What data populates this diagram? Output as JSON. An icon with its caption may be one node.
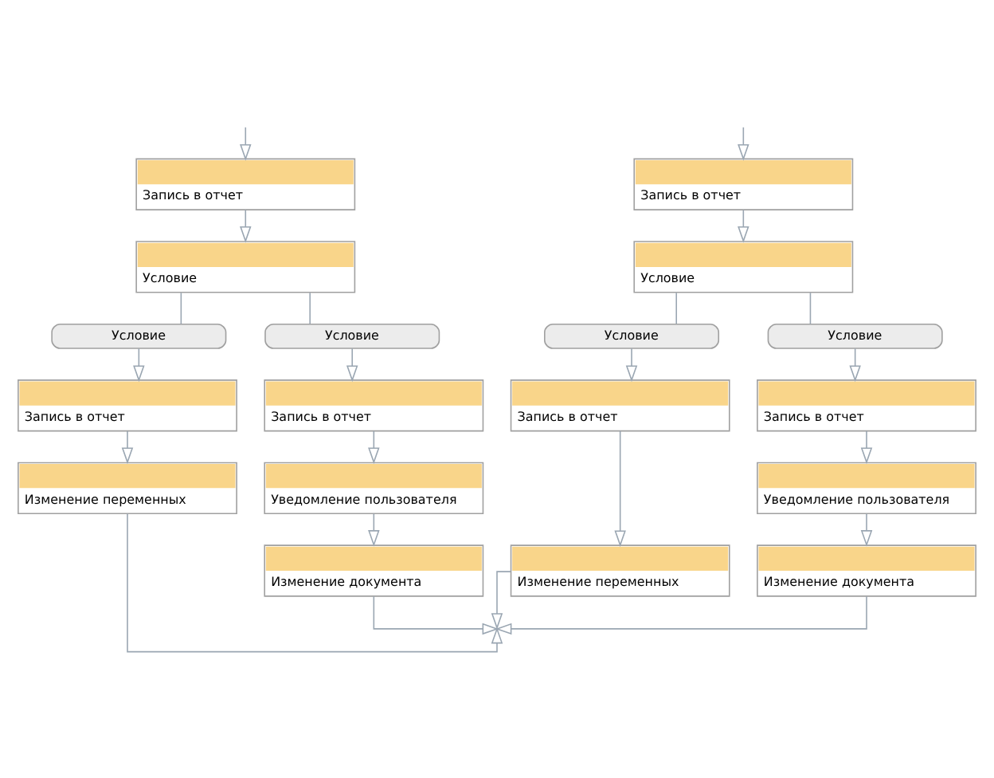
{
  "diagram": {
    "nodes": [
      {
        "text": [
          "Запись в отчет"
        ]
      },
      {
        "text": [
          "Условие"
        ]
      },
      {
        "text": [
          "Условие"
        ]
      },
      {
        "text": [
          "Условие"
        ]
      },
      {
        "text": [
          "Запись в отчет"
        ]
      },
      {
        "text": [
          "Изменение переменных"
        ]
      },
      {
        "text": [
          "Запись в отчет"
        ]
      },
      {
        "text": [
          "Уведомление пользователя"
        ]
      },
      {
        "text": [
          "Изменение документа"
        ]
      },
      {
        "text": [
          "Запись в отчет"
        ]
      },
      {
        "text": [
          "Условие"
        ]
      },
      {
        "text": [
          "Условие"
        ]
      },
      {
        "text": [
          "Условие"
        ]
      },
      {
        "text": [
          "Запись в отчет"
        ]
      },
      {
        "text": [
          "Изменение переменных"
        ]
      },
      {
        "text": [
          "Запись в отчет"
        ]
      },
      {
        "text": [
          "Уведомление пользователя"
        ]
      },
      {
        "text": [
          "Изменение документа"
        ]
      }
    ],
    "edges": [
      {
        "from": null,
        "to": 0,
        "arrow": "to"
      },
      {
        "from": 0,
        "to": 1,
        "arrow": "to"
      },
      {
        "from": 1,
        "to": 2,
        "arrow": "none"
      },
      {
        "from": 1,
        "to": 3,
        "arrow": "none"
      },
      {
        "from": 2,
        "to": 4,
        "arrow": "to"
      },
      {
        "from": 4,
        "to": 5,
        "arrow": "to"
      },
      {
        "from": 3,
        "to": 6,
        "arrow": "to"
      },
      {
        "from": 6,
        "to": 7,
        "arrow": "to"
      },
      {
        "from": 7,
        "to": 8,
        "arrow": "to"
      },
      {
        "from": 5,
        "to": null,
        "arrow": "to"
      },
      {
        "from": 8,
        "to": null,
        "arrow": "to"
      },
      {
        "from": null,
        "to": 9,
        "arrow": "to"
      },
      {
        "from": 9,
        "to": 10,
        "arrow": "to"
      },
      {
        "from": 10,
        "to": 11,
        "arrow": "none"
      },
      {
        "from": 10,
        "to": 12,
        "arrow": "none"
      },
      {
        "from": 11,
        "to": 13,
        "arrow": "to"
      },
      {
        "from": 13,
        "to": 14,
        "arrow": "to"
      },
      {
        "from": 12,
        "to": 15,
        "arrow": "to"
      },
      {
        "from": 15,
        "to": 16,
        "arrow": "to"
      },
      {
        "from": 16,
        "to": 17,
        "arrow": "to"
      },
      {
        "from": 14,
        "to": null,
        "arrow": "to"
      },
      {
        "from": 17,
        "to": null,
        "arrow": "to"
      }
    ]
  }
}
